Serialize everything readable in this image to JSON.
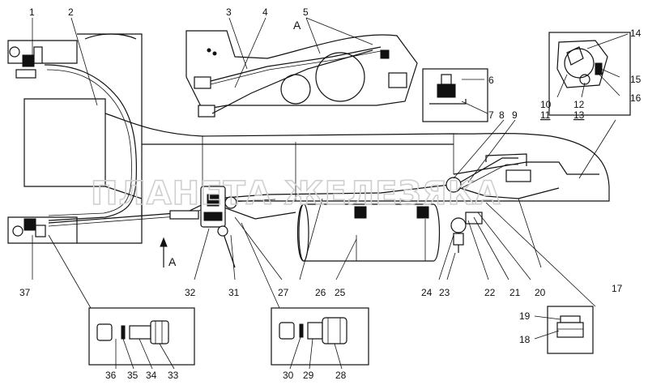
{
  "watermark": "ПЛАНЕТА ЖЕЛЕЗЯКА",
  "view_labels": {
    "top": "A",
    "arrow": "A"
  },
  "callouts": {
    "c1": "1",
    "c2": "2",
    "c3": "3",
    "c4": "4",
    "c5": "5",
    "c6": "6",
    "c7": "7",
    "c8": "8",
    "c9": "9",
    "c10": "10",
    "c11": "11",
    "c12": "12",
    "c13": "13",
    "c14": "14",
    "c15": "15",
    "c16": "16",
    "c17": "17",
    "c18": "18",
    "c19": "19",
    "c20": "20",
    "c21": "21",
    "c22": "22",
    "c23": "23",
    "c24": "24",
    "c25": "25",
    "c26": "26",
    "c27": "27",
    "c28": "28",
    "c29": "29",
    "c30": "30",
    "c31": "31",
    "c32": "32",
    "c33": "33",
    "c34": "34",
    "c35": "35",
    "c36": "36",
    "c37": "37"
  }
}
